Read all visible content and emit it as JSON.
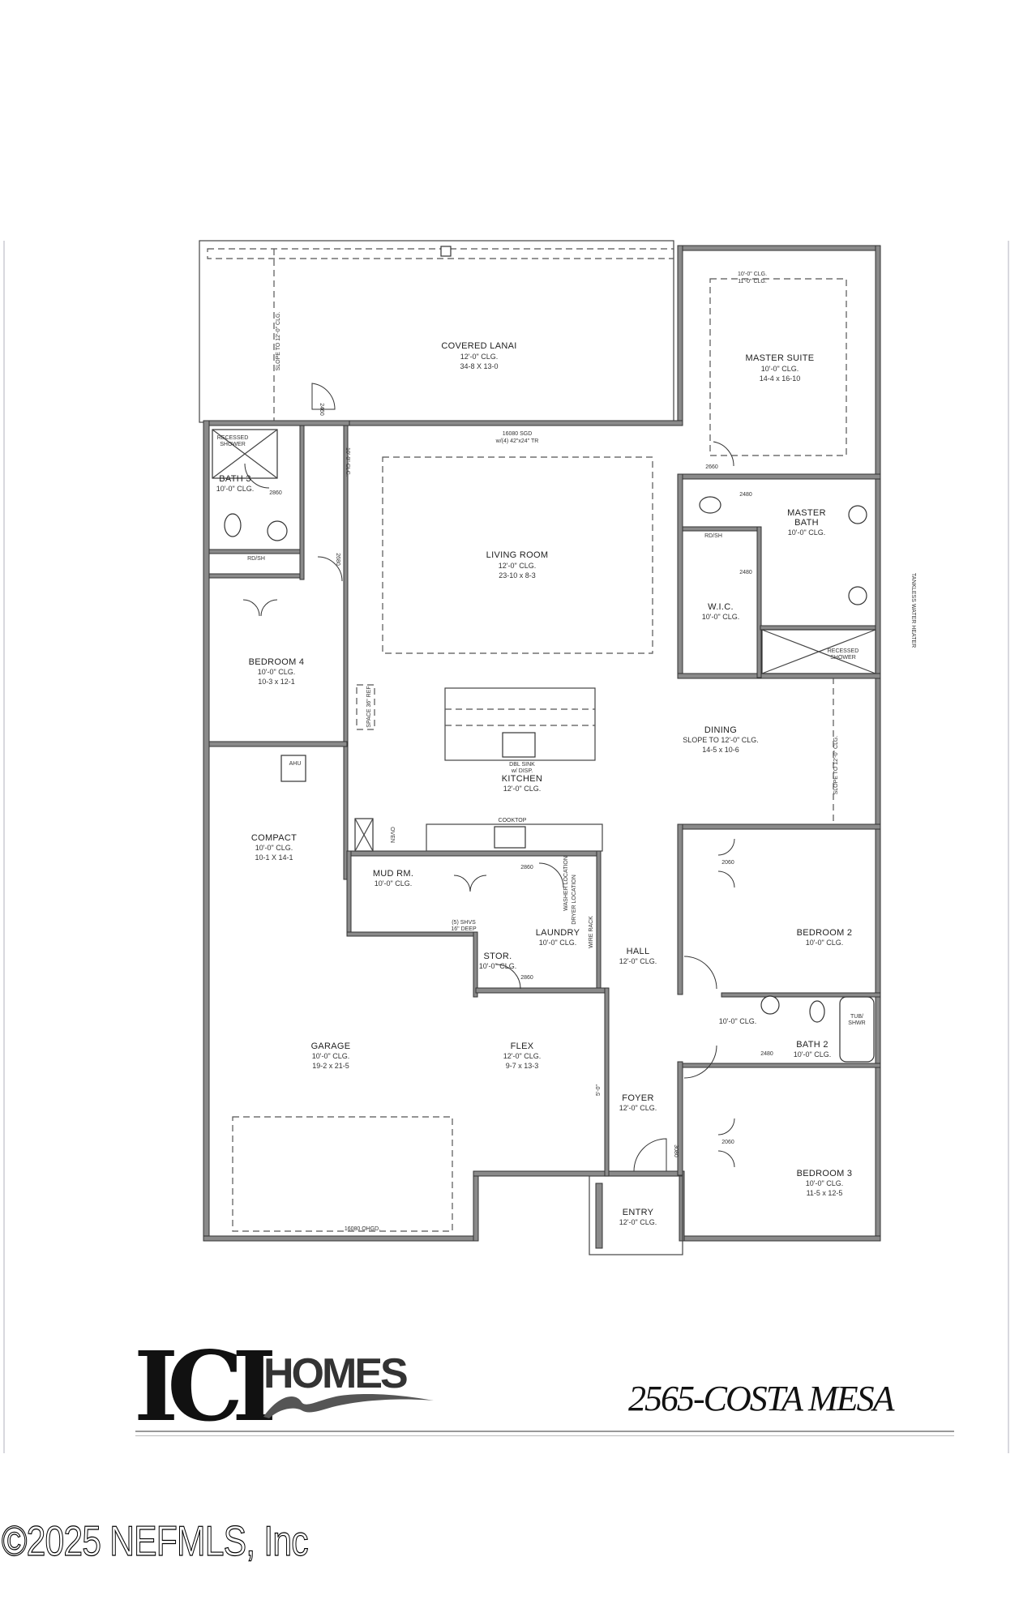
{
  "plan": {
    "rooms": {
      "lanai": {
        "name": "COVERED LANAI",
        "clg": "12'-0\" CLG.",
        "size": "34-8 X 13-0"
      },
      "master_suite": {
        "name": "MASTER SUITE",
        "clg": "10'-0\" CLG.",
        "size": "14-4 x 16-10",
        "tray1": "10'-0\" CLG.",
        "tray2": "11'-0\" CLG."
      },
      "master_bath": {
        "name1": "MASTER",
        "name2": "BATH",
        "clg": "10'-0\" CLG."
      },
      "bath3": {
        "name": "BATH 3",
        "clg": "10'-0\" CLG."
      },
      "living": {
        "name": "LIVING ROOM",
        "clg": "12'-0\" CLG.",
        "size": "23-10 x 8-3"
      },
      "wic": {
        "name": "W.I.C.",
        "clg": "10'-0\" CLG."
      },
      "bedroom4": {
        "name": "BEDROOM 4",
        "clg": "10'-0\" CLG.",
        "size": "10-3 x 12-1"
      },
      "dining": {
        "name": "DINING",
        "clg": "SLOPE TO 12'-0\" CLG.",
        "size": "14-5 x 10-6"
      },
      "kitchen": {
        "name": "KITCHEN",
        "clg": "12'-0\" CLG."
      },
      "compact": {
        "name": "COMPACT",
        "clg": "10'-0\" CLG.",
        "size": "10-1 X 14-1"
      },
      "mud": {
        "name": "MUD RM.",
        "clg": "10'-0\" CLG."
      },
      "laundry": {
        "name": "LAUNDRY",
        "clg": "10'-0\" CLG."
      },
      "hall": {
        "name": "HALL",
        "clg": "12'-0\" CLG."
      },
      "bedroom2": {
        "name": "BEDROOM 2",
        "clg": "10'-0\" CLG."
      },
      "stor": {
        "name": "STOR.",
        "clg": "10'-0\" CLG."
      },
      "bath2": {
        "name": "BATH 2",
        "clg": "10'-0\" CLG."
      },
      "bath2_hall": {
        "clg": "10'-0\" CLG."
      },
      "garage": {
        "name": "GARAGE",
        "clg": "10'-0\" CLG.",
        "size": "19-2 x 21-5"
      },
      "flex": {
        "name": "FLEX",
        "clg": "12'-0\" CLG.",
        "size": "9-7 x 13-3"
      },
      "foyer": {
        "name": "FOYER",
        "clg": "12'-0\" CLG."
      },
      "bedroom3": {
        "name": "BEDROOM 3",
        "clg": "10'-0\" CLG.",
        "size": "11-5 x 12-5"
      },
      "entry": {
        "name": "ENTRY",
        "clg": "12'-0\" CLG."
      }
    },
    "notes": {
      "sgd": "16080 SGD",
      "transoms": "w/(4) 42\"x24\" TR",
      "lanai_slope": "SLOPE TO 12'-0\" CLG.",
      "corridor_clg": "10'-0\" CLG.",
      "dining_slope": "SLOPE TO 12'-0\" CLG.",
      "sink1": "DBL SINK",
      "sink2": "w/ DISP.",
      "cooktop": "COOKTOP",
      "oven": "OVEN",
      "ref": "SPACE 36\" REF",
      "ohgd": "16080 OHGD.",
      "tub": "TUB/",
      "tub2": "SHWR",
      "shelves1": "(5) SHVS",
      "shelves2": "16\" DEEP",
      "wire_rack": "WIRE RACK",
      "ahu": "AHU",
      "heater": "TANKLESS WATER HEATER",
      "shower_b3_1": "RECESSED",
      "shower_b3_2": "SHOWER",
      "shower_m1": "RECESSED",
      "shower_m2": "SHOWER",
      "rod_shelf": "RD/SH",
      "flex_opening": "5'-0\"",
      "washer": "WASHER LOCATION",
      "dryer": "DRYER LOCATION"
    },
    "doors": {
      "d2860": "2860",
      "d2480": "2480",
      "d2660": "2660",
      "d2060": "2060",
      "d3080": "3080",
      "d2460": "2460",
      "d2680": "2680"
    }
  },
  "branding": {
    "logo_ici": "ICI",
    "logo_homes": "HOMES",
    "plan_title": "2565-COSTA MESA"
  },
  "footer": {
    "copyright": "©2025 NEFMLS, Inc"
  }
}
